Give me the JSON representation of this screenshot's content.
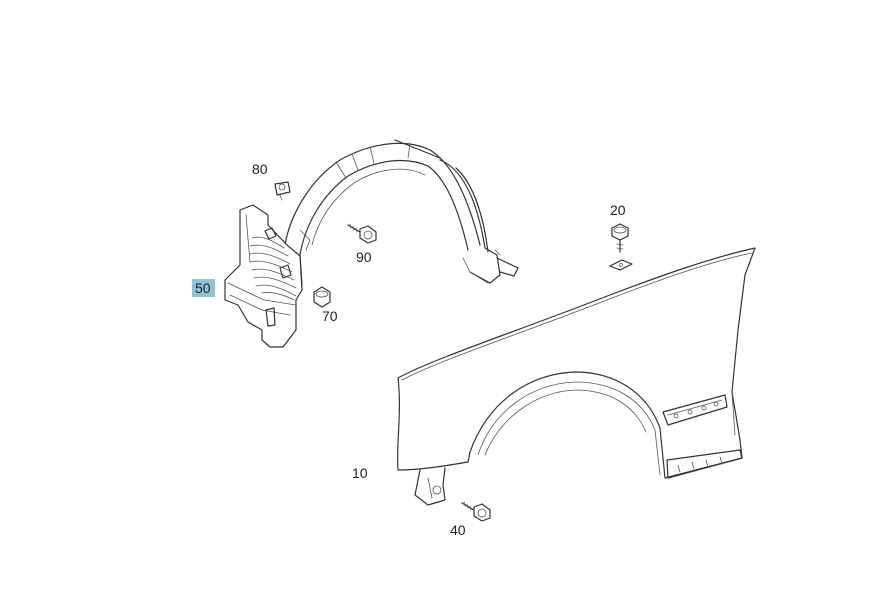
{
  "callouts": {
    "c10": "10",
    "c20": "20",
    "c40": "40",
    "c50": "50",
    "c70": "70",
    "c80": "80",
    "c90": "90"
  },
  "highlighted_callout": "50",
  "colors": {
    "highlight": "#8fc3d7",
    "line": "#333333",
    "background": "#ffffff"
  }
}
